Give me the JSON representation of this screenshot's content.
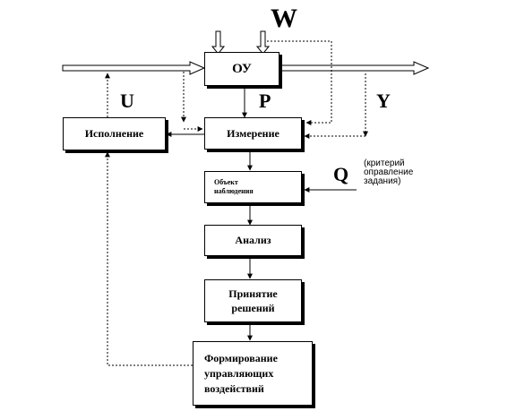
{
  "boxes": {
    "ou": "ОУ",
    "ispolnenie": "Исполнение",
    "izmerenie": "Измерение",
    "obekt_nabl_line1": "Объект",
    "obekt_nabl_line2": "наблюдения",
    "analiz": "Анализ",
    "prinyatie_line1": "Принятие",
    "prinyatie_line2": "решений",
    "form_line1": "Формирование",
    "form_line2": "управляющих",
    "form_line3": "воздействий"
  },
  "signals": {
    "w": "W",
    "u": "U",
    "p": "P",
    "y": "Y",
    "q": "Q"
  },
  "criteria_note": {
    "line1": "(критерий",
    "line2": "оправление",
    "line3": "задания)"
  }
}
